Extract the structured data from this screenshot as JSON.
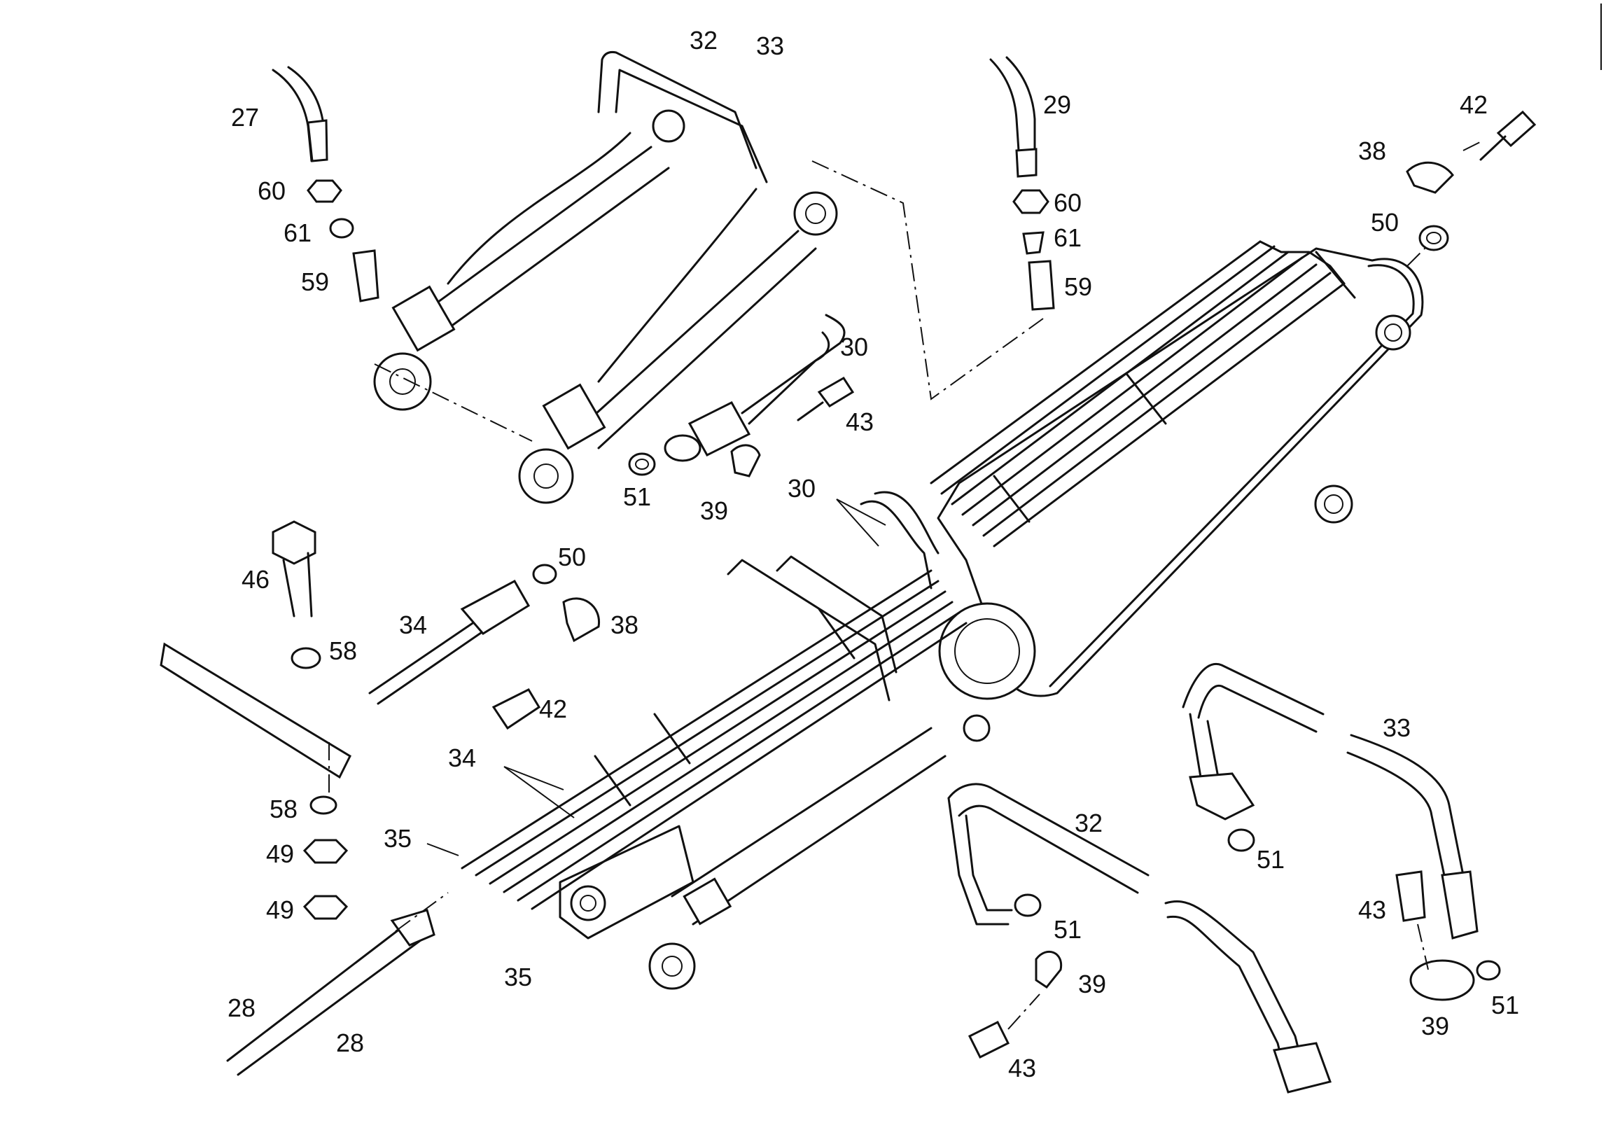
{
  "diagram": {
    "callouts": [
      {
        "id": "c27a",
        "text": "27"
      },
      {
        "id": "c60a",
        "text": "60"
      },
      {
        "id": "c61a",
        "text": "61"
      },
      {
        "id": "c59a",
        "text": "59"
      },
      {
        "id": "c32a",
        "text": "32"
      },
      {
        "id": "c33a",
        "text": "33"
      },
      {
        "id": "c29",
        "text": "29"
      },
      {
        "id": "c60b",
        "text": "60"
      },
      {
        "id": "c61b",
        "text": "61"
      },
      {
        "id": "c59b",
        "text": "59"
      },
      {
        "id": "c42a",
        "text": "42"
      },
      {
        "id": "c38a",
        "text": "38"
      },
      {
        "id": "c50a",
        "text": "50"
      },
      {
        "id": "c30a",
        "text": "30"
      },
      {
        "id": "c43a",
        "text": "43"
      },
      {
        "id": "c51a",
        "text": "51"
      },
      {
        "id": "c39a",
        "text": "39"
      },
      {
        "id": "c30b",
        "text": "30"
      },
      {
        "id": "c46",
        "text": "46"
      },
      {
        "id": "c50b",
        "text": "50"
      },
      {
        "id": "c34a",
        "text": "34"
      },
      {
        "id": "c38b",
        "text": "38"
      },
      {
        "id": "c58a",
        "text": "58"
      },
      {
        "id": "c42b",
        "text": "42"
      },
      {
        "id": "c34b",
        "text": "34"
      },
      {
        "id": "c58b",
        "text": "58"
      },
      {
        "id": "c49a",
        "text": "49"
      },
      {
        "id": "c35a",
        "text": "35"
      },
      {
        "id": "c49b",
        "text": "49"
      },
      {
        "id": "c35b",
        "text": "35"
      },
      {
        "id": "c28a",
        "text": "28"
      },
      {
        "id": "c28b",
        "text": "28"
      },
      {
        "id": "c32b",
        "text": "32"
      },
      {
        "id": "c51b",
        "text": "51"
      },
      {
        "id": "c39b",
        "text": "39"
      },
      {
        "id": "c43b",
        "text": "43"
      },
      {
        "id": "c33b",
        "text": "33"
      },
      {
        "id": "c51c",
        "text": "51"
      },
      {
        "id": "c43c",
        "text": "43"
      },
      {
        "id": "c39c",
        "text": "39"
      },
      {
        "id": "c51d",
        "text": "51"
      }
    ]
  }
}
